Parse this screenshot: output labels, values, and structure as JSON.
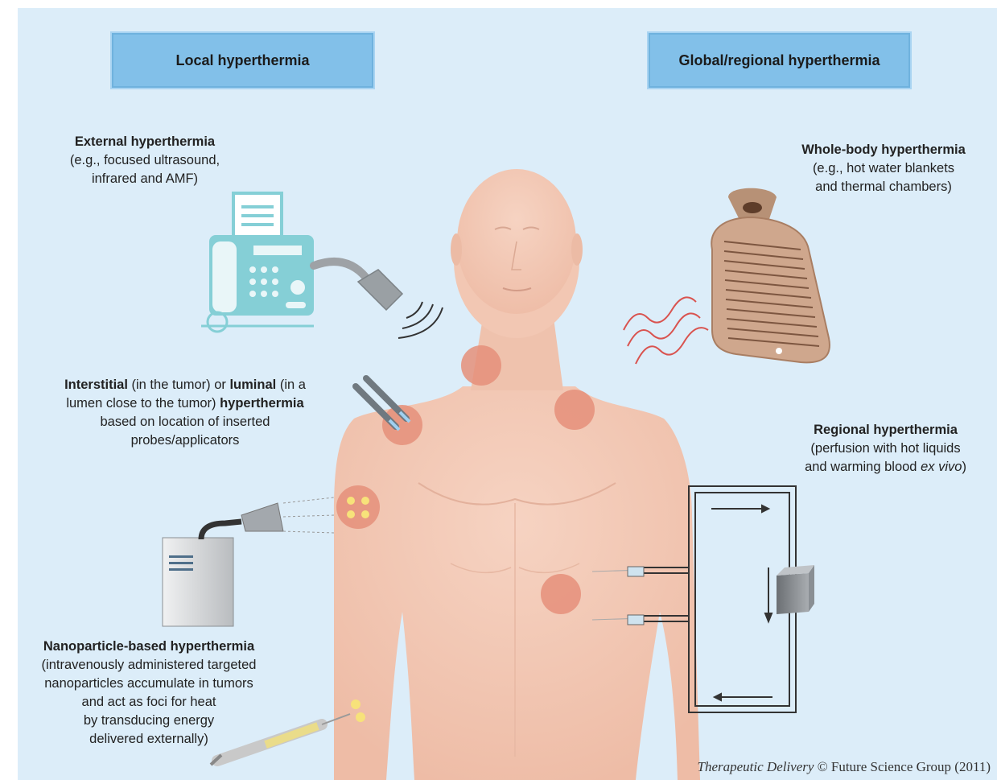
{
  "headers": {
    "local": "Local hyperthermia",
    "global": "Global/regional hyperthermia"
  },
  "external": {
    "title": "External hyperthermia",
    "line1": "(e.g., focused ultrasound,",
    "line2": "infrared and AMF)"
  },
  "interstitial": {
    "b1": "Interstitial",
    "t1": " (in the tumor) or ",
    "b2": "luminal",
    "t2": " (in a",
    "t3": "lumen close to the tumor) ",
    "b3": "hyperthermia",
    "line3": "based on location of inserted",
    "line4": "probes/applicators"
  },
  "nanoparticle": {
    "title": "Nanoparticle-based hyperthermia",
    "line1": "(intravenously administered targeted",
    "line2": "nanoparticles accumulate in tumors",
    "line3": "and act as foci for heat",
    "line4": "by transducing energy",
    "line5": "delivered externally)"
  },
  "whole_body": {
    "title": "Whole-body hyperthermia",
    "line1": "(e.g., hot water blankets",
    "line2": "and thermal chambers)"
  },
  "regional": {
    "title": "Regional hyperthermia",
    "line1": "(perfusion with hot liquids",
    "line2a": "and warming blood ",
    "line2b": "ex vivo",
    "line2c": ")"
  },
  "credit": {
    "journal": "Therapeutic Delivery",
    "rest": " © Future Science Group (2011)"
  },
  "colors": {
    "background": "#dcedf9",
    "header_box": "#82c0e9",
    "skin": "#f3c9b5",
    "tumor": "#e58f7a",
    "device_teal": "#85cfd6",
    "hot_water_bottle": "#c9a58c",
    "heat_waves": "#d9534f"
  }
}
